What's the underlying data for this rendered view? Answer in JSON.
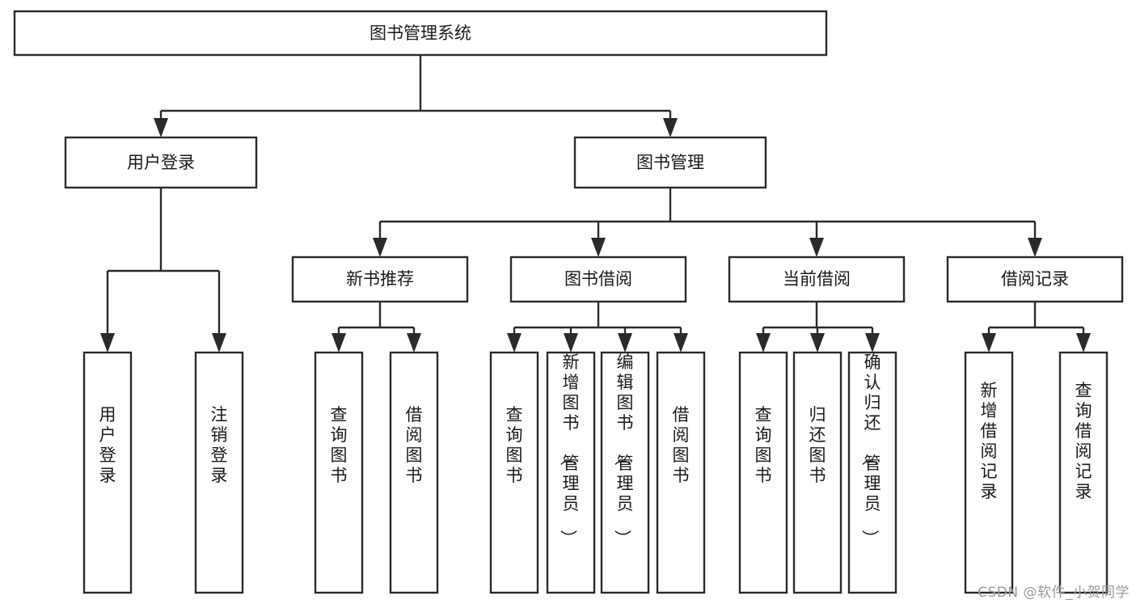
{
  "diagram": {
    "title": "图书管理系统",
    "type": "hierarchy-tree",
    "watermark": "CSDN @软件_小贺同学",
    "colors": {
      "stroke": "#2b2b2b",
      "fill": "#ffffff",
      "text": "#1a1a1a",
      "watermark": "#9a9a9a"
    },
    "levels": {
      "root": {
        "label": "图书管理系统"
      },
      "level2": [
        {
          "label": "用户登录"
        },
        {
          "label": "图书管理"
        }
      ],
      "level3": [
        {
          "label": "新书推荐"
        },
        {
          "label": "图书借阅"
        },
        {
          "label": "当前借阅"
        },
        {
          "label": "借阅记录"
        }
      ],
      "leaves": {
        "user_login": [
          {
            "label": "用户登录"
          },
          {
            "label": "注销登录"
          }
        ],
        "new_book": [
          {
            "label": "查询图书"
          },
          {
            "label": "借阅图书"
          }
        ],
        "borrow": [
          {
            "label": "查询图书"
          },
          {
            "label": "新增图书（管理员）"
          },
          {
            "label": "编辑图书（管理员）"
          },
          {
            "label": "借阅图书"
          }
        ],
        "current": [
          {
            "label": "查询图书"
          },
          {
            "label": "归还图书"
          },
          {
            "label": "确认归还（管理员）"
          }
        ],
        "records": [
          {
            "label": "新增借阅记录"
          },
          {
            "label": "查询借阅记录"
          }
        ]
      }
    }
  }
}
